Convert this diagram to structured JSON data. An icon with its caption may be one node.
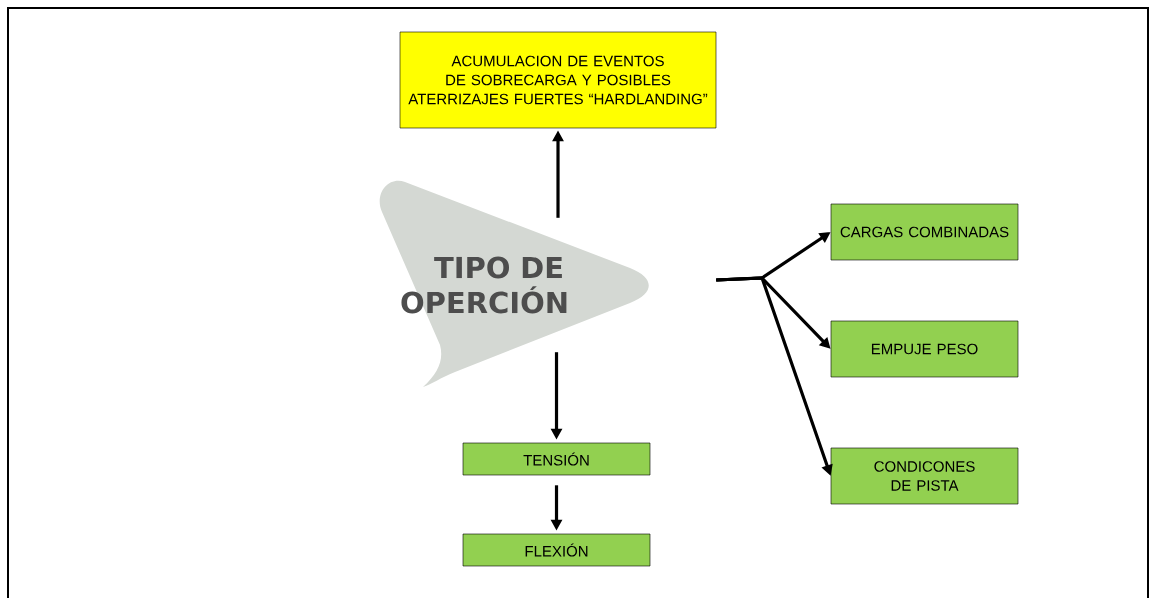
{
  "diagram": {
    "nodes": [
      {
        "text": [
          "ACUMULACION DE EVENTOS DE SOBRECARGA Y POSIBLES ATERRIZAJES FUERTES “HARDLANDING”"
        ]
      },
      {
        "text": [
          "TIPO DE OPERCIÓN"
        ]
      },
      {
        "text": [
          "CARGAS COMBINADAS"
        ]
      },
      {
        "text": [
          "EMPUJE PESO"
        ]
      },
      {
        "text": [
          "CONDICONES DE PISTA"
        ]
      },
      {
        "text": [
          "TENSIÓN"
        ]
      },
      {
        "text": [
          "FLEXIÓN"
        ]
      }
    ],
    "edges": [
      {
        "from": 1,
        "to": 0,
        "arrow": "to"
      },
      {
        "from": 1,
        "to": 2,
        "arrow": "to"
      },
      {
        "from": 1,
        "to": 3,
        "arrow": "to"
      },
      {
        "from": 1,
        "to": 4,
        "arrow": "to"
      },
      {
        "from": 1,
        "to": 5,
        "arrow": "to"
      },
      {
        "from": 5,
        "to": 6,
        "arrow": "to"
      }
    ]
  }
}
